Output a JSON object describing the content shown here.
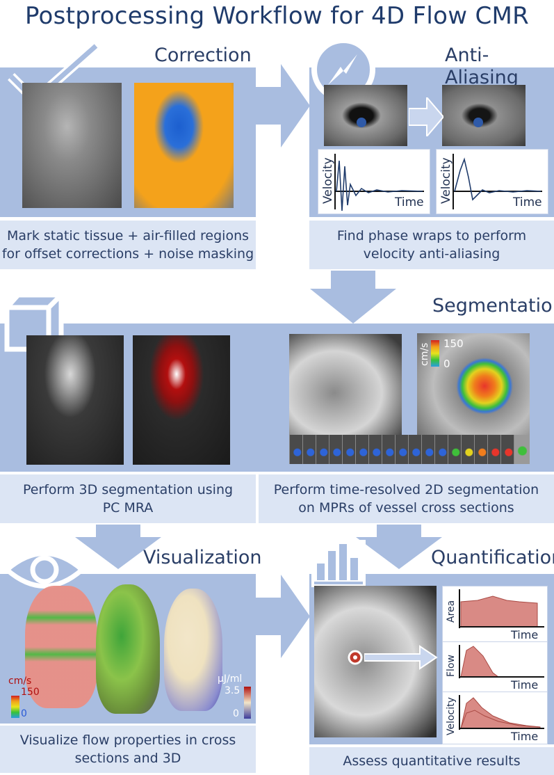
{
  "title": "Postprocessing Workflow for 4D Flow CMR",
  "panels": {
    "correction": {
      "title": "Correction",
      "caption_line1": "Mark static tissue + air-filled regions",
      "caption_line2": "for offset corrections + noise masking"
    },
    "antialiasing": {
      "title": "Anti-Aliasing",
      "caption_line1": "Find phase wraps to perform",
      "caption_line2": "velocity anti-aliasing",
      "y_label": "Velocity",
      "x_label": "Time"
    },
    "segmentation": {
      "title": "Segmentation",
      "left_caption_line1": "Perform 3D segmentation using",
      "left_caption_line2": "PC MRA",
      "right_caption_line1": "Perform time-resolved 2D segmentation",
      "right_caption_line2": "on MPRs of vessel cross sections",
      "colorbar_unit": "cm/s",
      "colorbar_max": "150",
      "colorbar_min": "0"
    },
    "visualization": {
      "title": "Visualization",
      "caption_line1": "Visualize flow properties in cross",
      "caption_line2": "sections and 3D",
      "velocity_unit": "cm/s",
      "velocity_max": "150",
      "velocity_min": "0",
      "energy_unit": "μJ/ml",
      "energy_max": "3.5",
      "energy_min": "0"
    },
    "quantification": {
      "title": "Quantification",
      "caption": "Assess quantitative results",
      "plots": [
        {
          "y_label": "Area",
          "x_label": "Time"
        },
        {
          "y_label": "Flow",
          "x_label": "Time"
        },
        {
          "y_label": "Velocity",
          "x_label": "Time"
        }
      ]
    }
  },
  "colors": {
    "panel": "#a9bde0",
    "caption": "#dce5f4",
    "arrow": "#a9bde0",
    "text": "#2a3e66",
    "plot_fill": "#d98a85",
    "curve": "#1f3b6b"
  },
  "icons": [
    "checkmark-icon",
    "compass-icon",
    "cube-icon",
    "eye-icon",
    "bar-chart-icon"
  ]
}
